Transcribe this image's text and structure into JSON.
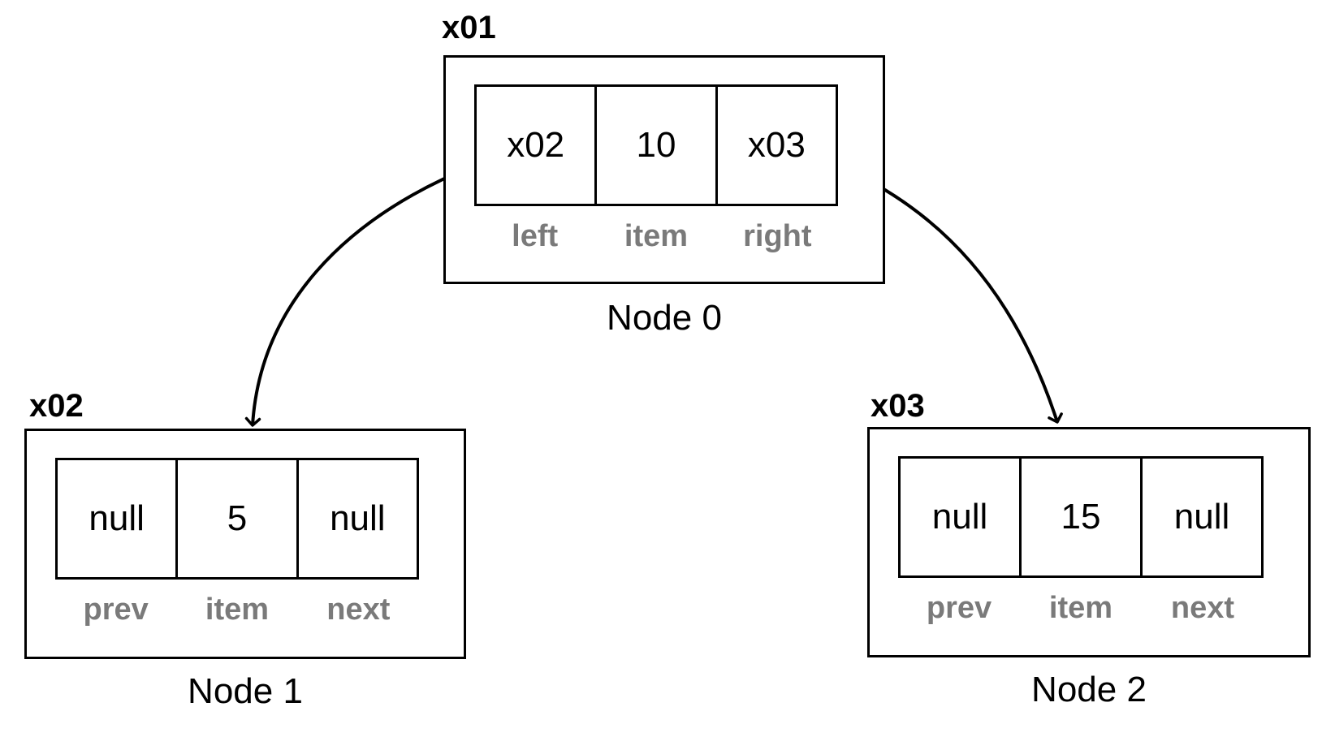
{
  "nodes": {
    "node0": {
      "address": "x01",
      "title": "Node 0",
      "cells": [
        "x02",
        "10",
        "x03"
      ],
      "fields": [
        "left",
        "item",
        "right"
      ]
    },
    "node1": {
      "address": "x02",
      "title": "Node 1",
      "cells": [
        "null",
        "5",
        "null"
      ],
      "fields": [
        "prev",
        "item",
        "next"
      ]
    },
    "node2": {
      "address": "x03",
      "title": "Node 2",
      "cells": [
        "null",
        "15",
        "null"
      ],
      "fields": [
        "prev",
        "item",
        "next"
      ]
    }
  },
  "colors": {
    "line": "#000000",
    "field_label": "#7a7a7a"
  }
}
